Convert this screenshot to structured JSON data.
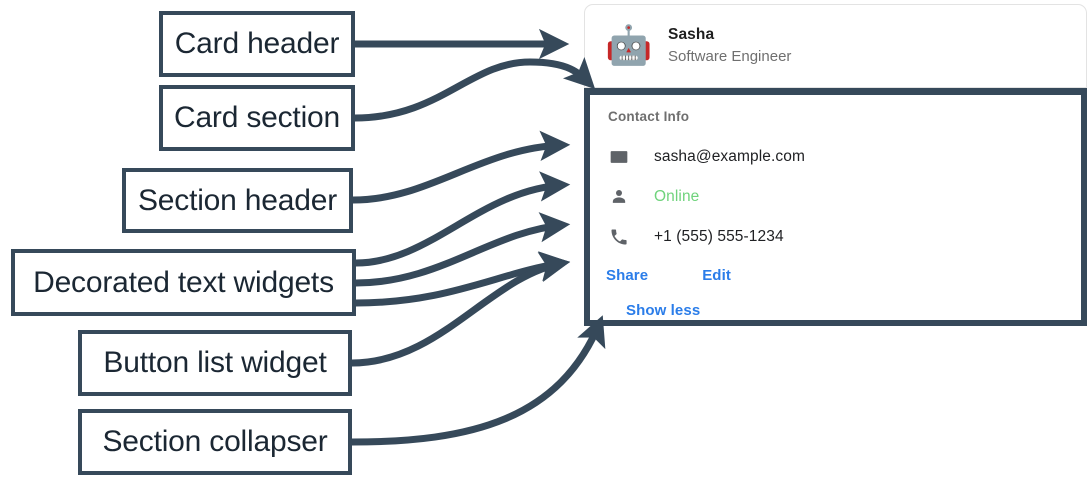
{
  "annotations": {
    "boxes": [
      {
        "label": "Card header",
        "name": "annotation-card-header"
      },
      {
        "label": "Card section",
        "name": "annotation-card-section"
      },
      {
        "label": "Section header",
        "name": "annotation-section-header"
      },
      {
        "label": "Decorated text widgets",
        "name": "annotation-decorated-text-widgets"
      },
      {
        "label": "Button list widget",
        "name": "annotation-button-list-widget"
      },
      {
        "label": "Section collapser",
        "name": "annotation-section-collapser"
      }
    ],
    "arrow_color": "#36495a",
    "box_border_color": "#36495a",
    "box_text_color": "#1b2733"
  },
  "card": {
    "header": {
      "avatar_icon": "robot-face-icon",
      "avatar_glyph": "🤖",
      "title": "Sasha",
      "subtitle": "Software Engineer"
    },
    "section": {
      "header": "Contact Info",
      "rows": [
        {
          "icon": "mail-icon",
          "text": "sasha@example.com",
          "color": "#202124"
        },
        {
          "icon": "person-icon",
          "text": "Online",
          "color": "#6fd37c"
        },
        {
          "icon": "phone-icon",
          "text": "+1 (555) 555-1234",
          "color": "#202124"
        }
      ],
      "buttons": [
        {
          "label": "Share"
        },
        {
          "label": "Edit"
        }
      ],
      "collapser": {
        "label": "Show less"
      }
    }
  },
  "colors": {
    "accent_blue": "#2b7de9",
    "status_green": "#6fd37c",
    "annotation": "#36495a",
    "muted_text": "#6f6f6f",
    "body_text": "#202124",
    "card_border": "#e3e3e3"
  }
}
